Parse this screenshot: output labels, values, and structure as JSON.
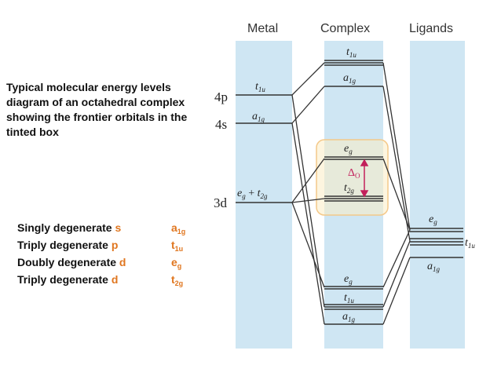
{
  "headers": {
    "metal": "Metal",
    "complex": "Complex",
    "ligands": "Ligands"
  },
  "caption": "Typical molecular energy levels diagram of an octahedral complex showing the frontier orbitals in the tinted box",
  "metal_orbitals": {
    "p": "4p",
    "s": "4s",
    "d": "3d"
  },
  "level_labels": {
    "metal_t1u": {
      "main": "t",
      "sub": "1u"
    },
    "metal_a1g": {
      "main": "a",
      "sub": "1g"
    },
    "metal_d_eg": {
      "main": "e",
      "sub": "g"
    },
    "metal_d_plus": " + ",
    "metal_d_t2g": {
      "main": "t",
      "sub": "2g"
    },
    "complex_t1u_top": {
      "main": "t",
      "sub": "1u"
    },
    "complex_a1g_top": {
      "main": "a",
      "sub": "1g"
    },
    "complex_eg_top": {
      "main": "e",
      "sub": "g"
    },
    "complex_t2g": {
      "main": "t",
      "sub": "2g"
    },
    "delta": {
      "main": "Δ",
      "sub": "O"
    },
    "complex_eg_bottom": {
      "main": "e",
      "sub": "g"
    },
    "complex_t1u_bottom": {
      "main": "t",
      "sub": "1u"
    },
    "complex_a1g_bottom": {
      "main": "a",
      "sub": "1g"
    },
    "ligand_eg": {
      "main": "e",
      "sub": "g"
    },
    "ligand_t1u": {
      "main": "t",
      "sub": "1u"
    },
    "ligand_a1g": {
      "main": "a",
      "sub": "1g"
    }
  },
  "legend": [
    {
      "prefix": "Singly degenerate ",
      "letter": "s",
      "sym": "a",
      "sub": "1g"
    },
    {
      "prefix": "Triply degenerate ",
      "letter": "p",
      "sym": "t",
      "sub": "1u"
    },
    {
      "prefix": "Doubly degenerate ",
      "letter": "d",
      "sym": "e",
      "sub": "g"
    },
    {
      "prefix": "Triply degenerate ",
      "letter": "d",
      "sym": "t",
      "sub": "2g"
    }
  ],
  "colors": {
    "column_fill": "#cfe6f3",
    "frontier_box": "#f4c98a",
    "delta_arrow": "#c21f5b",
    "accent": "#e0761f"
  }
}
